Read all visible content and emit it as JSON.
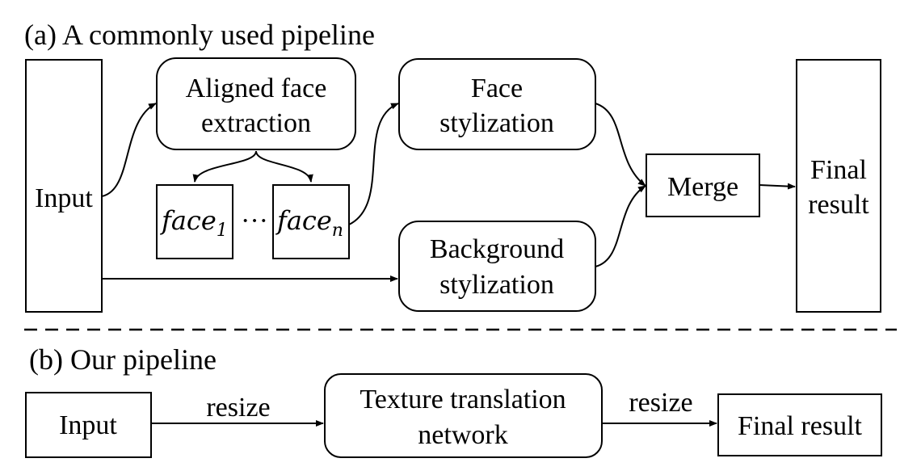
{
  "section_a": {
    "title": "(a) A commonly used pipeline",
    "input": "Input",
    "aligned_face_line1": "Aligned face",
    "aligned_face_line2": "extraction",
    "face_1_base": "face",
    "face_1_sub": "1",
    "dots": "···",
    "face_n_base": "face",
    "face_n_sub": "n",
    "face_styl_line1": "Face",
    "face_styl_line2": "stylization",
    "bg_styl_line1": "Background",
    "bg_styl_line2": "stylization",
    "merge": "Merge",
    "final_line1": "Final",
    "final_line2": "result"
  },
  "section_b": {
    "title": "(b) Our pipeline",
    "input": "Input",
    "resize_1": "resize",
    "texture_line1": "Texture translation",
    "texture_line2": "network",
    "resize_2": "resize",
    "final": "Final result"
  }
}
